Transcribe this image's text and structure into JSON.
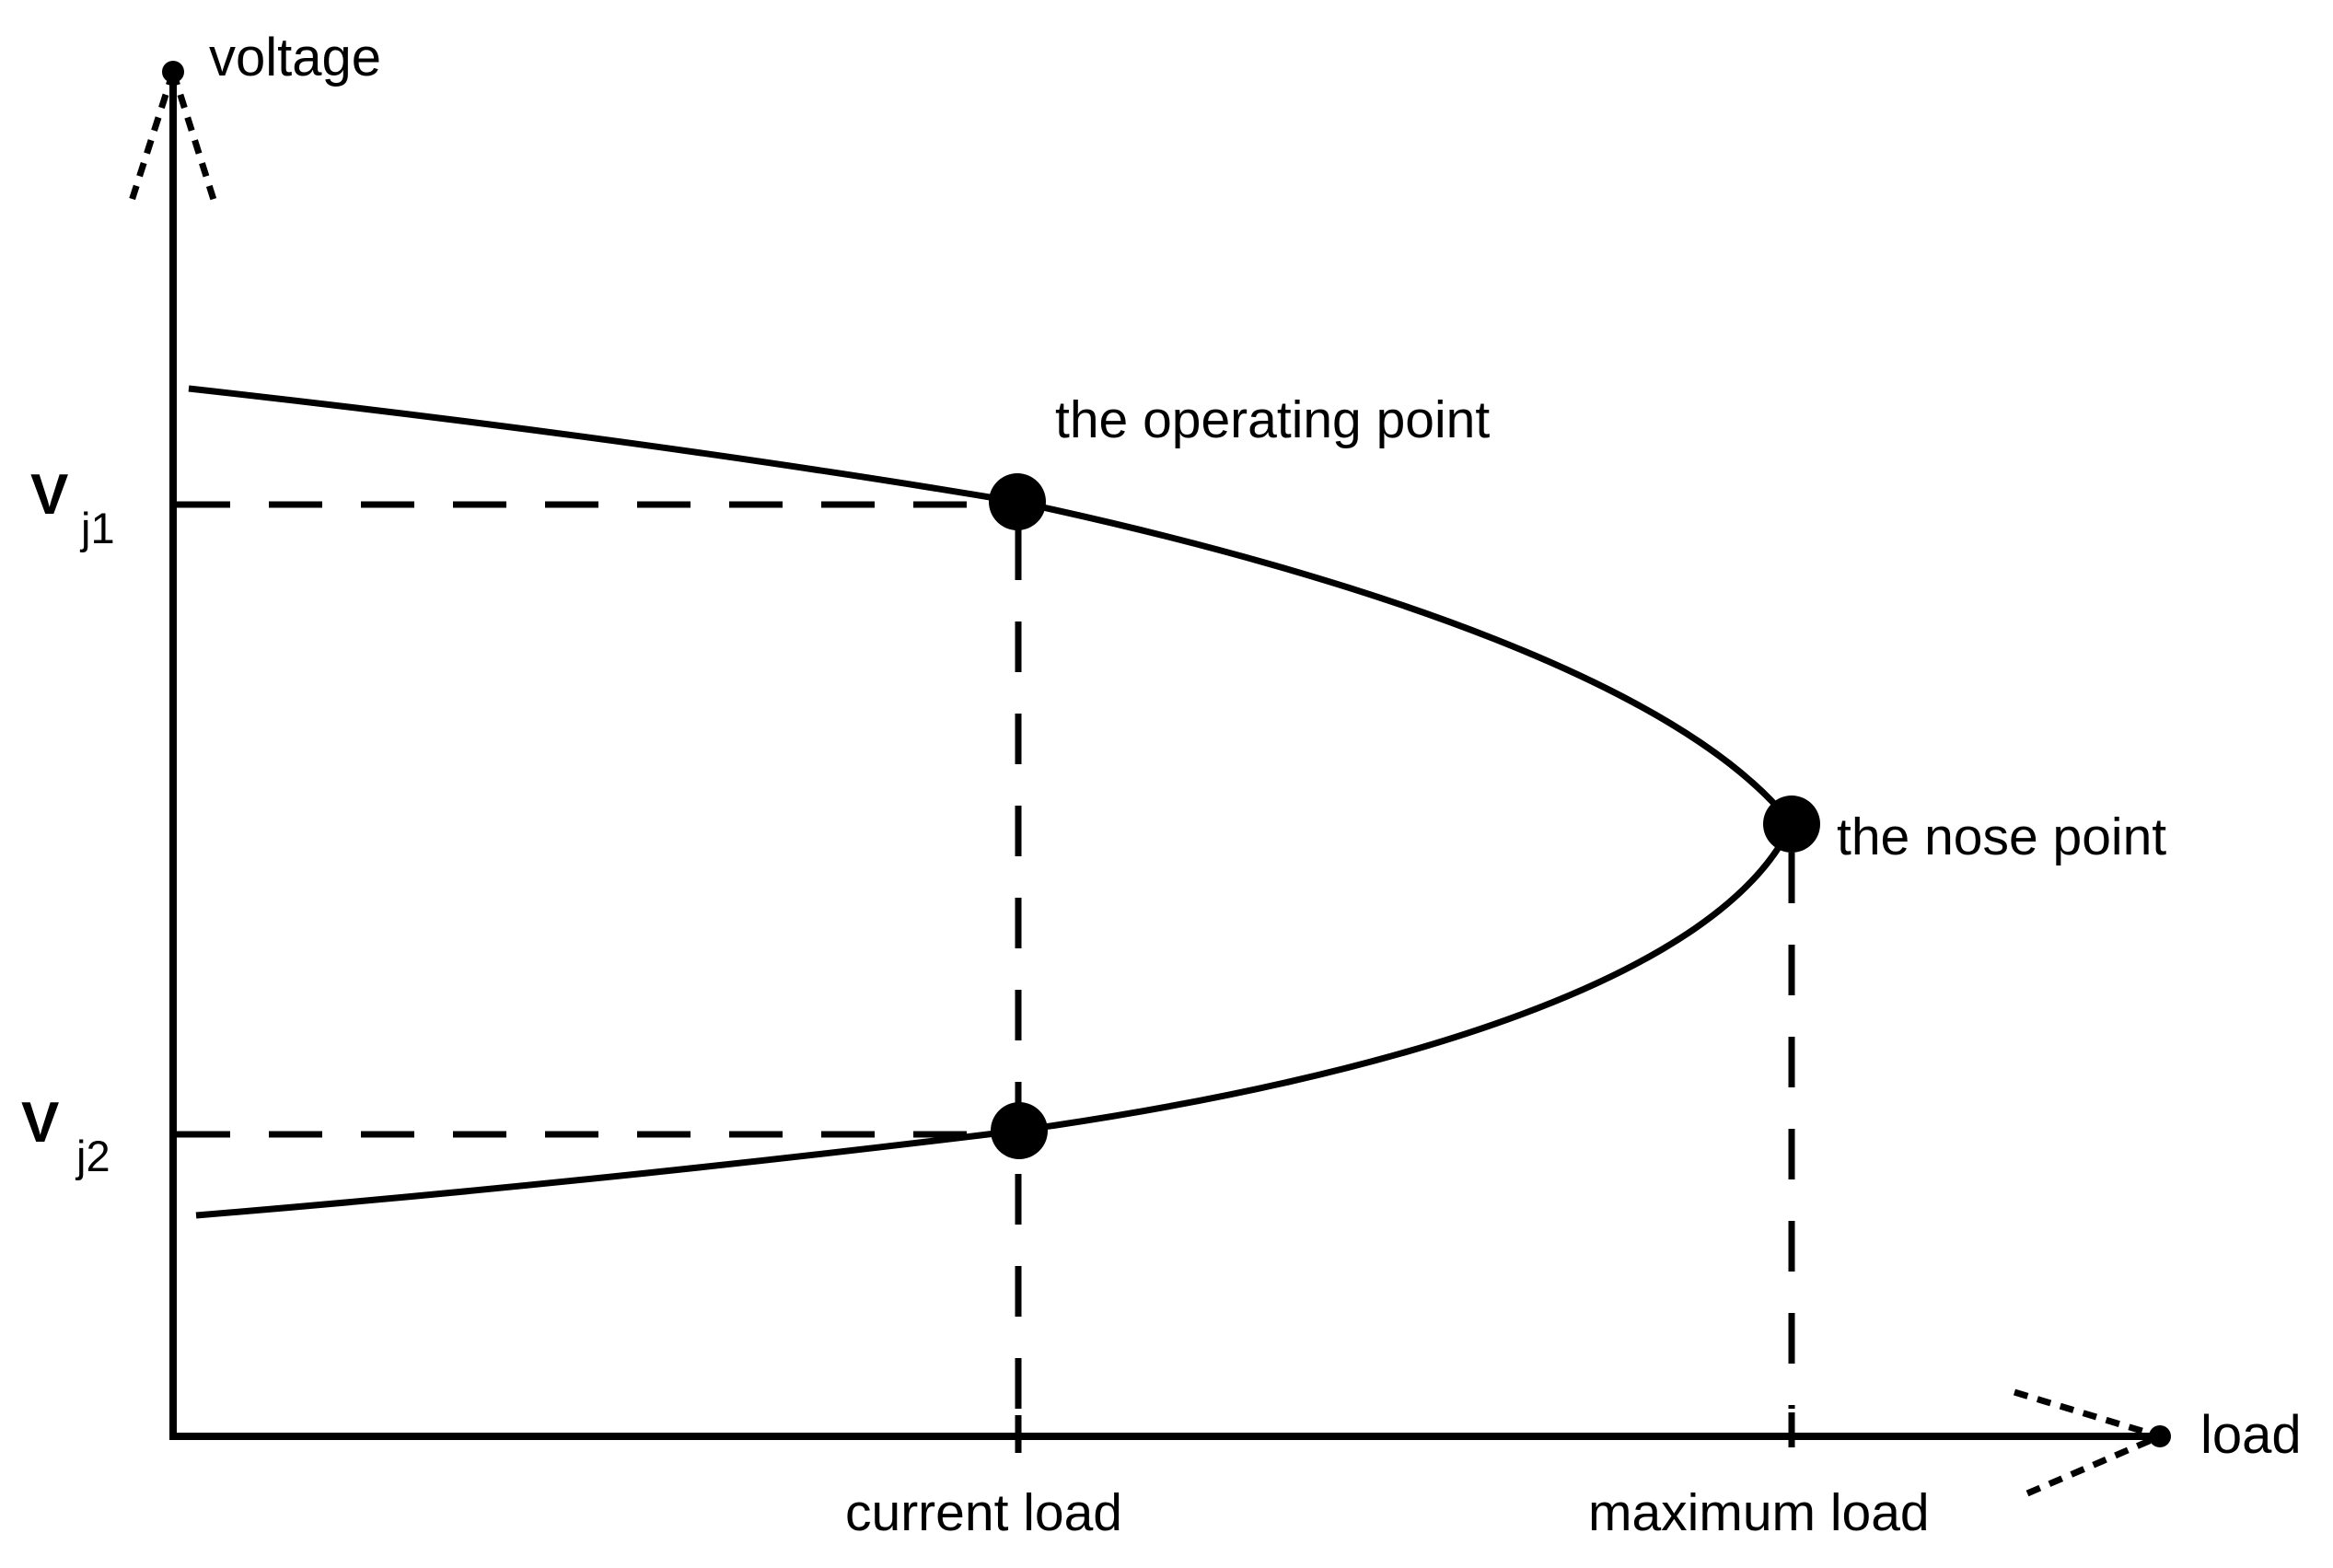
{
  "page": {
    "background_color": "#ffffff",
    "ink_color": "#000000"
  },
  "diagram": {
    "y_axis_label": "voltage",
    "x_axis_label": "load",
    "y_ticks": {
      "vj1": {
        "base": "V",
        "sub": "j1"
      },
      "vj2": {
        "base": "V",
        "sub": "j2"
      }
    },
    "x_ticks": {
      "current_load": "current load",
      "maximum_load": "maximum load"
    },
    "annotations": {
      "operating_point": "the operating point",
      "nose_point": "the nose point"
    }
  }
}
